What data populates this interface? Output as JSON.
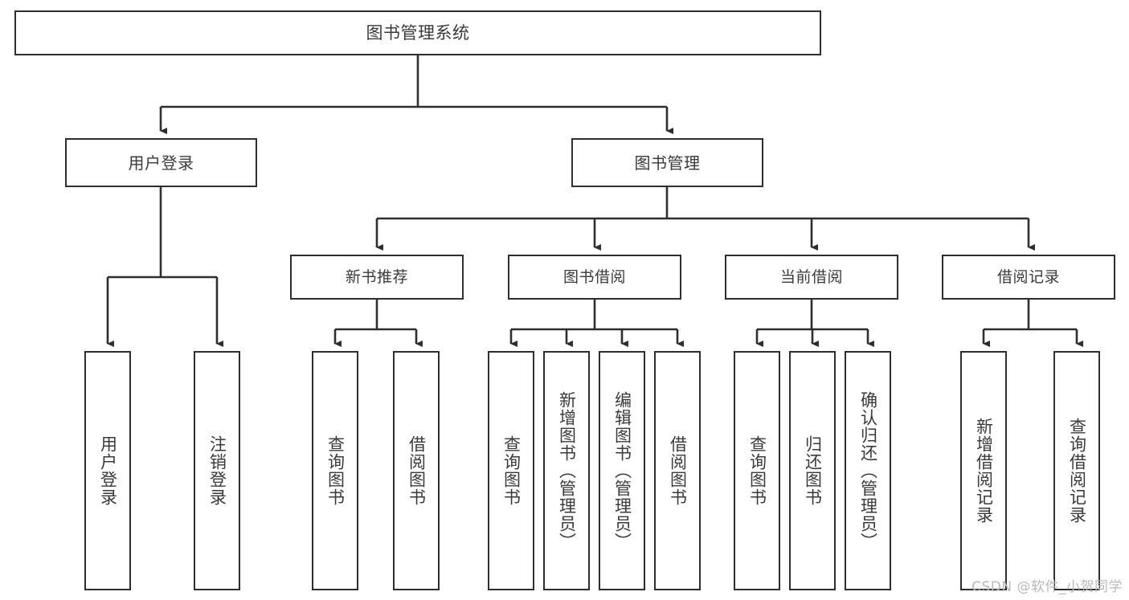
{
  "diagram": {
    "title": "图书管理系统",
    "type": "tree",
    "background_color": "#ffffff",
    "border_color": "#2e2e2e",
    "text_color": "#3a3a3a",
    "root": {
      "label": "图书管理系统"
    },
    "level1": [
      {
        "label": "用户登录"
      },
      {
        "label": "图书管理"
      }
    ],
    "level2": [
      {
        "label": "新书推荐"
      },
      {
        "label": "图书借阅"
      },
      {
        "label": "当前借阅"
      },
      {
        "label": "借阅记录"
      }
    ],
    "leaves": {
      "user_login": [
        {
          "label": "用户登录"
        },
        {
          "label": "注销登录"
        }
      ],
      "new_book_recommend": [
        {
          "label": "查询图书"
        },
        {
          "label": "借阅图书"
        }
      ],
      "book_borrow": [
        {
          "label": "查询图书"
        },
        {
          "label": "新增图书（管理员）"
        },
        {
          "label": "编辑图书（管理员）"
        },
        {
          "label": "借阅图书"
        }
      ],
      "current_borrow": [
        {
          "label": "查询图书"
        },
        {
          "label": "归还图书"
        },
        {
          "label": "确认归还（管理员）"
        }
      ],
      "borrow_record": [
        {
          "label": "新增借阅记录"
        },
        {
          "label": "查询借阅记录"
        }
      ]
    }
  },
  "watermark": {
    "text": "CSDN @软件_小贺同学"
  }
}
